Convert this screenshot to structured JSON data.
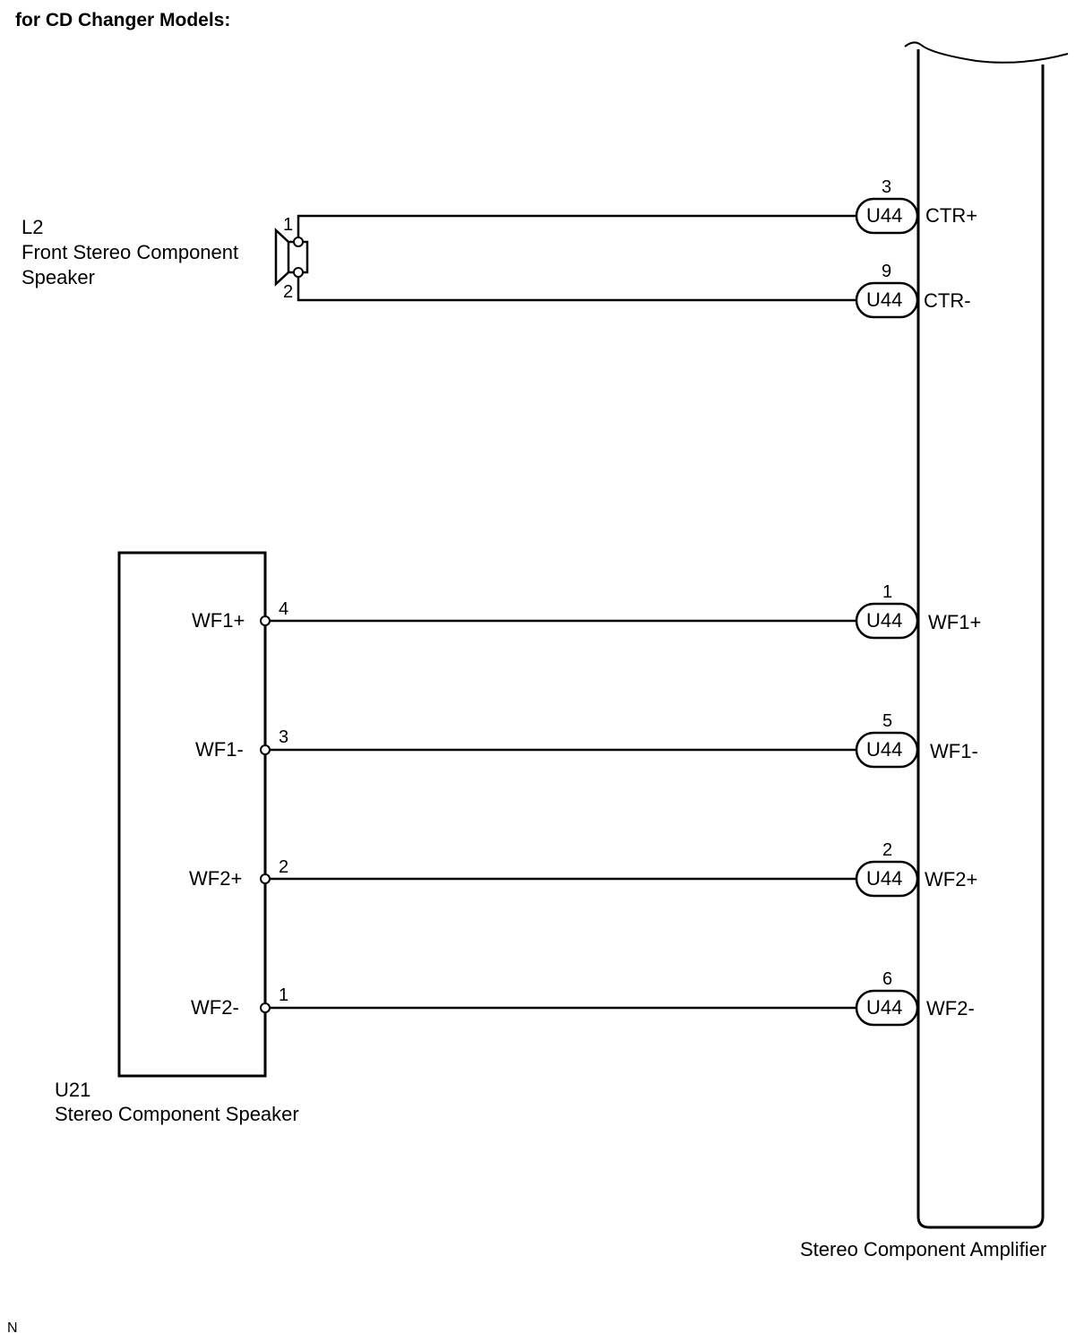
{
  "title": "for CD Changer Models:",
  "footer_code": "N",
  "components": {
    "l2": {
      "id": "L2",
      "name_line1": "Front Stereo Component",
      "name_line2": "Speaker"
    },
    "u21": {
      "id": "U21",
      "name": "Stereo Component Speaker"
    },
    "amplifier": {
      "name": "Stereo Component Amplifier"
    }
  },
  "l2_pins": {
    "pin_top": "1",
    "pin_bottom": "2"
  },
  "wires": [
    {
      "from_pin": "1",
      "to_pin": "3",
      "connector": "U44",
      "terminal": "CTR+"
    },
    {
      "from_pin": "2",
      "to_pin": "9",
      "connector": "U44",
      "terminal": "CTR-"
    },
    {
      "from_label": "WF1+",
      "from_pin": "4",
      "to_pin": "1",
      "connector": "U44",
      "terminal": "WF1+"
    },
    {
      "from_label": "WF1-",
      "from_pin": "3",
      "to_pin": "5",
      "connector": "U44",
      "terminal": "WF1-"
    },
    {
      "from_label": "WF2+",
      "from_pin": "2",
      "to_pin": "2",
      "connector": "U44",
      "terminal": "WF2+"
    },
    {
      "from_label": "WF2-",
      "from_pin": "1",
      "to_pin": "6",
      "connector": "U44",
      "terminal": "WF2-"
    }
  ]
}
